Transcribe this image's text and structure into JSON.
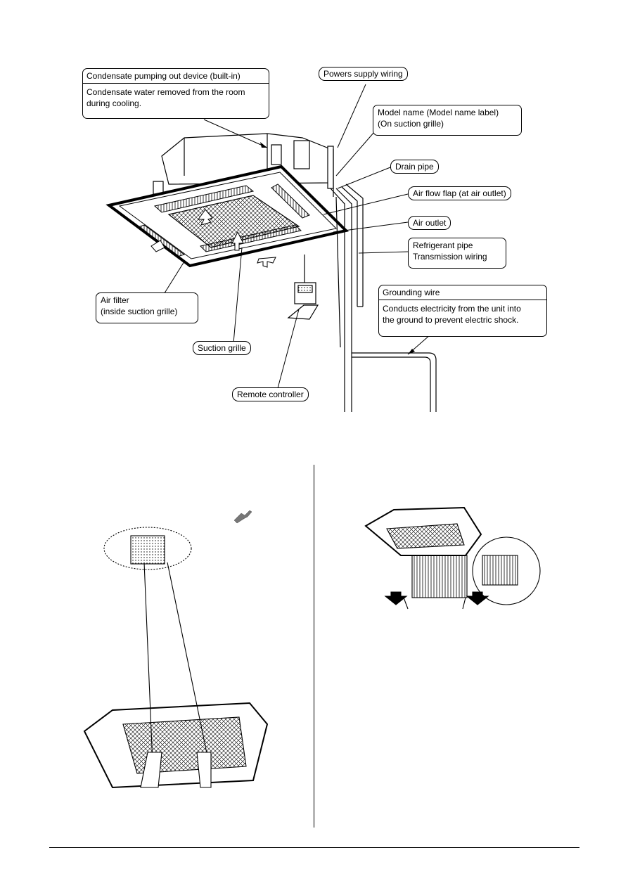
{
  "labels": {
    "condensate": {
      "title": "Condensate pumping out device (built-in)",
      "desc": "Condensate water removed from the room\nduring cooling."
    },
    "power_supply": "Powers supply wiring",
    "model_name": "Model name (Model name label)\n(On suction grille)",
    "drain_pipe": "Drain pipe",
    "air_flow_flap": "Air flow flap (at air outlet)",
    "air_outlet": "Air outlet",
    "refrigerant": "Refrigerant pipe\nTransmission wiring",
    "grounding": {
      "title": "Grounding wire",
      "desc": "Conducts electricity from the unit into\nthe ground to prevent electric shock."
    },
    "air_filter": "Air filter\n(inside suction grille)",
    "suction_grille": "Suction grille",
    "remote_controller": "Remote controller"
  }
}
